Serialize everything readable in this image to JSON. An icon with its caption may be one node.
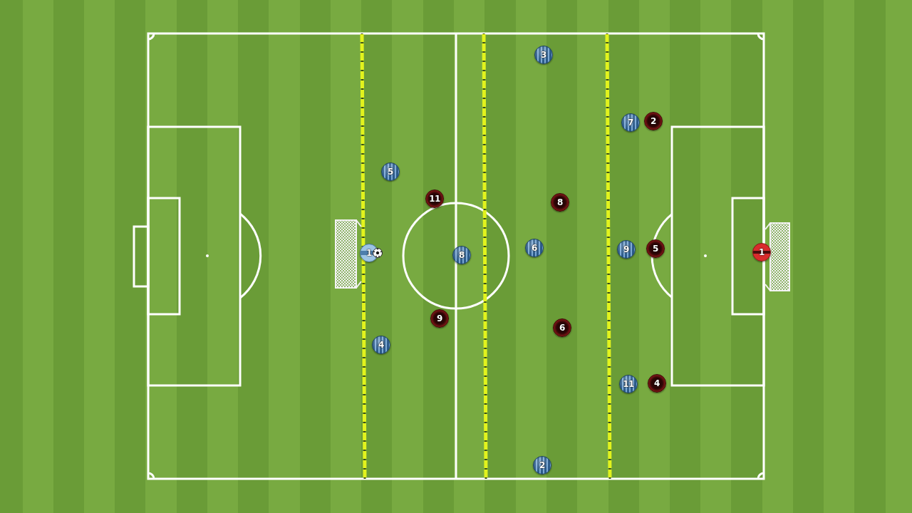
{
  "diagram": {
    "nodes": [
      {
        "text": [
          "3"
        ]
      },
      {
        "text": [
          "7"
        ]
      },
      {
        "text": [
          "2"
        ]
      },
      {
        "text": [
          "5"
        ]
      },
      {
        "text": [
          "11"
        ]
      },
      {
        "text": [
          "8"
        ]
      },
      {
        "text": [
          "1"
        ]
      },
      {
        "text": [
          "8"
        ]
      },
      {
        "text": [
          "6"
        ]
      },
      {
        "text": [
          "9"
        ]
      },
      {
        "text": [
          "5"
        ]
      },
      {
        "text": [
          "1"
        ]
      },
      {
        "text": [
          "9"
        ]
      },
      {
        "text": [
          "6"
        ]
      },
      {
        "text": [
          "4"
        ]
      },
      {
        "text": [
          "11"
        ]
      },
      {
        "text": [
          "4"
        ]
      },
      {
        "text": [
          "2"
        ]
      }
    ]
  }
}
